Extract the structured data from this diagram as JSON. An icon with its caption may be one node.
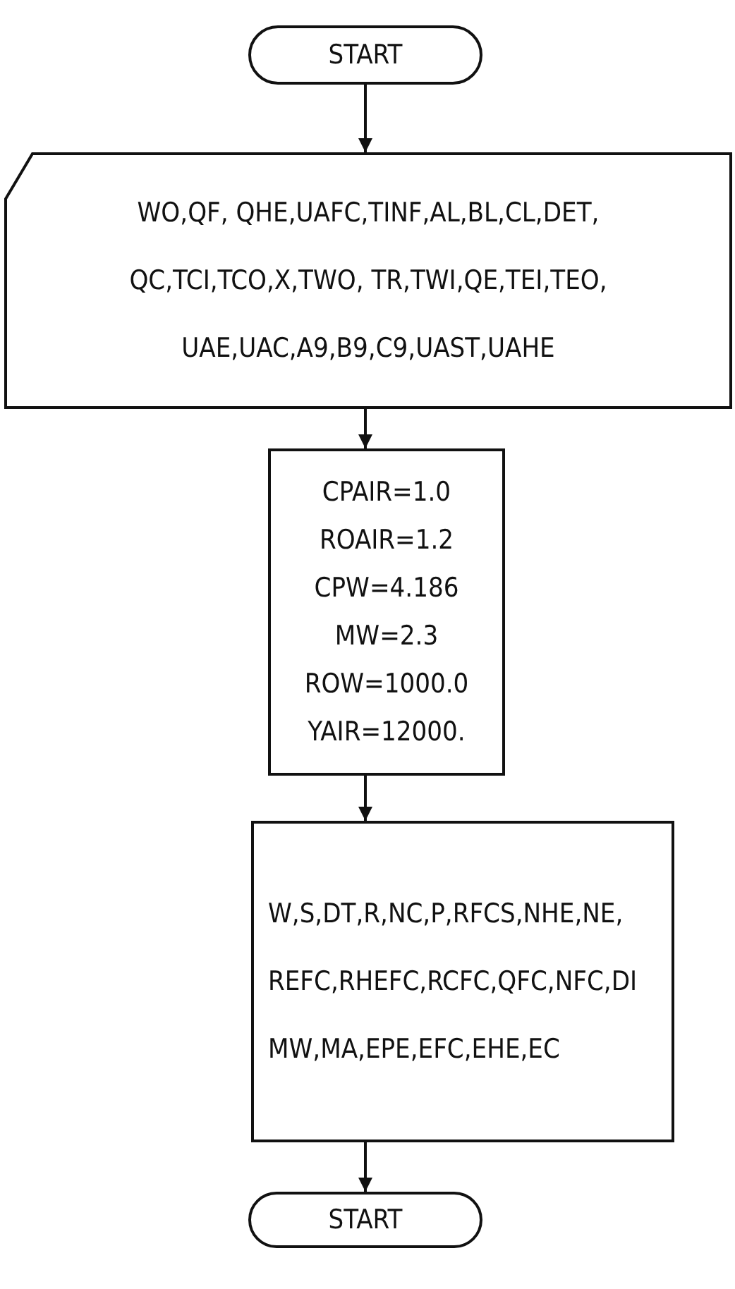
{
  "diagram": {
    "nodes": [
      {
        "text": [
          "START"
        ]
      },
      {
        "text": [
          "WO,QF, QHE,UAFC,TINF,AL,BL,CL,DET, QC,TCI,TCO,X,TWO, TR,TWI,QE,TEI,TEO, UAE,UAC,A9,B9,C9,UAST,UAHE"
        ]
      },
      {
        "text": [
          "CPAIR=1.0",
          "ROAIR=1.2",
          "CPW=4.186",
          "MW=2.3",
          "ROW=1000.0",
          "YAIR=12000."
        ]
      },
      {
        "text": [
          "W,S,DT,R,NC,P,RFCS,NHE,NE, REFC,RHEFC,RCFC,QFC,NFC,DI MW,MA,EPE,EFC,EHE,EC"
        ]
      },
      {
        "text": [
          "START"
        ]
      }
    ],
    "edges": [
      {
        "from": 0,
        "to": 1,
        "arrow": "to"
      },
      {
        "from": 1,
        "to": 2,
        "arrow": "to"
      },
      {
        "from": 2,
        "to": 3,
        "arrow": "to"
      },
      {
        "from": 3,
        "to": 4,
        "arrow": "to"
      }
    ]
  }
}
